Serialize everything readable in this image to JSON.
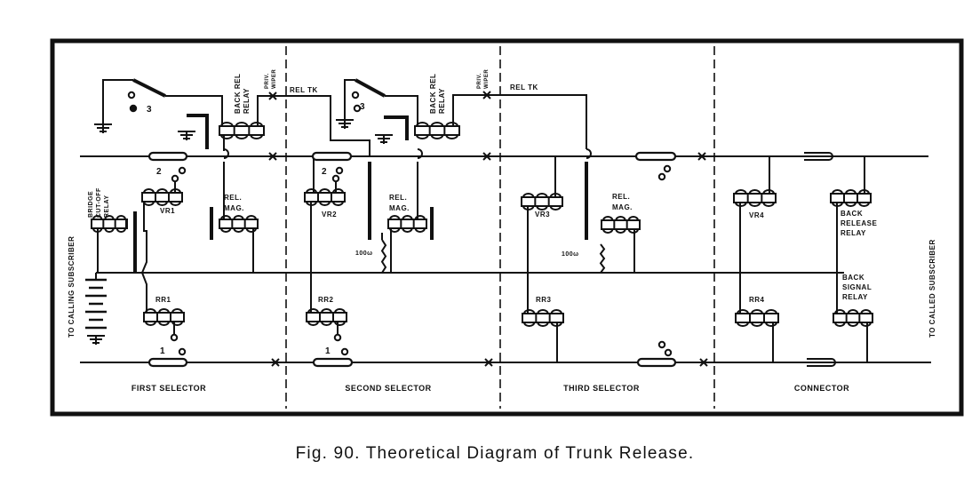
{
  "figure": {
    "caption": "Fig. 90.  Theoretical Diagram of Trunk Release.",
    "left_end_label": "TO CALLING SUBSCRIBER",
    "right_end_label": "TO CALLED SUBSCRIBER",
    "sections": [
      "FIRST SELECTOR",
      "SECOND SELECTOR",
      "THIRD SELECTOR",
      "CONNECTOR"
    ]
  },
  "labels": {
    "back_rel_relay": [
      "BACK REL",
      "RELAY"
    ],
    "priv_wiper": [
      "PRIV.",
      "WIPER"
    ],
    "rel_tk": "REL TK",
    "bridge_cut_off_relay": [
      "BRIDGE",
      "CUT-OFF",
      "RELAY"
    ],
    "rel_mag": [
      "REL.",
      "MAG."
    ],
    "vr1": "VR1",
    "vr2": "VR2",
    "vr3": "VR3",
    "vr4": "VR4",
    "rr1": "RR1",
    "rr2": "RR2",
    "rr3": "RR3",
    "rr4": "RR4",
    "resistor": "100ω",
    "contact_3": "3",
    "contact_2": "2",
    "contact_1": "1",
    "back_release_relay": [
      "BACK",
      "RELEASE",
      "RELAY"
    ],
    "back_signal_relay": [
      "BACK",
      "SIGNAL",
      "RELAY"
    ]
  }
}
